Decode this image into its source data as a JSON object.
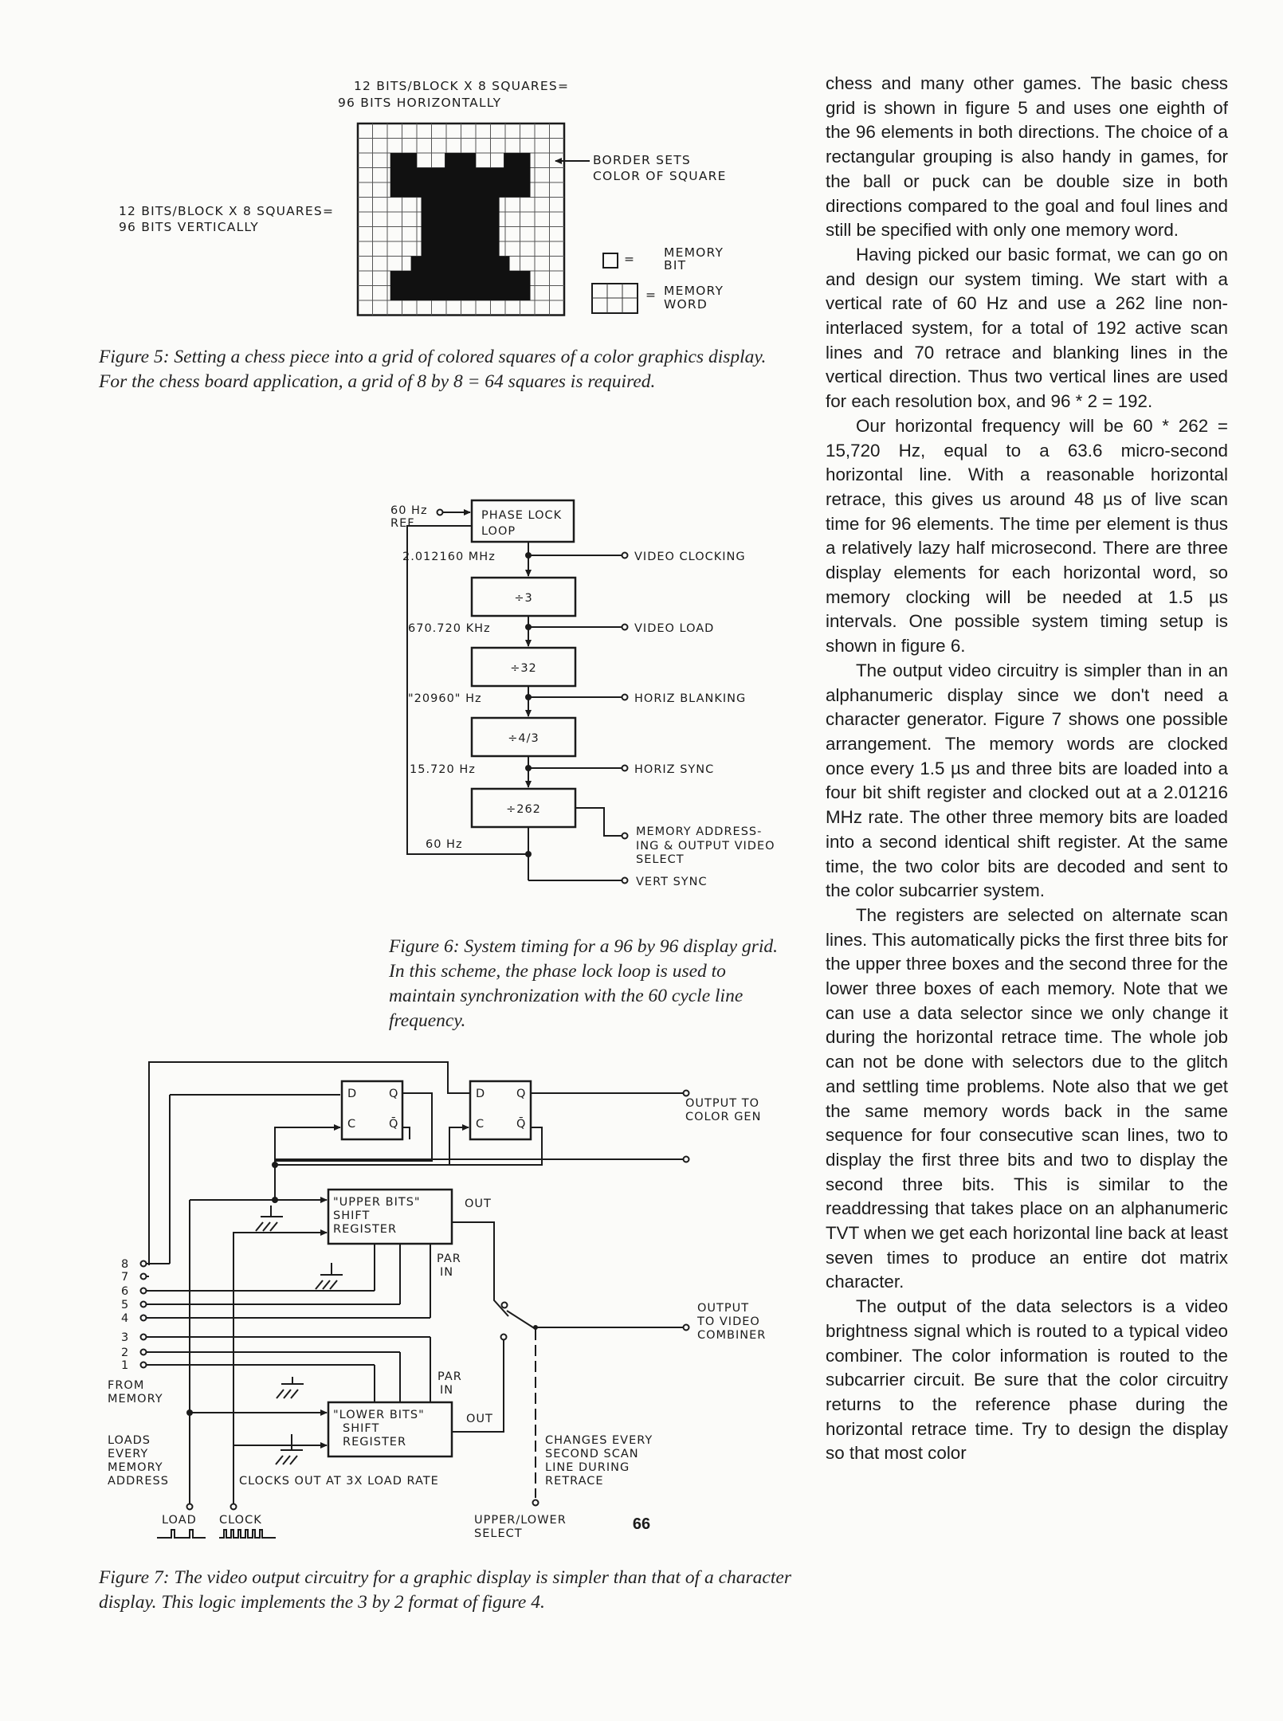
{
  "figure5": {
    "top_label_1": "12 BITS/BLOCK X 8 SQUARES=",
    "top_label_2": "96 BITS HORIZONTALLY",
    "left_label_1": "12 BITS/BLOCK X 8 SQUARES=",
    "left_label_2": "96 BITS VERTICALLY",
    "border_label_1": "BORDER SETS",
    "border_label_2": "COLOR OF SQUARE",
    "bit_label_1": "MEMORY",
    "bit_label_2": "BIT",
    "word_label_1": "MEMORY",
    "word_label_2": "WORD",
    "caption": "Figure 5: Setting a chess piece into a grid of colored squares of a color graphics display. For the chess board application, a grid of 8 by 8 = 64 squares is required."
  },
  "figure6": {
    "ref_1": "60 Hz",
    "ref_2": "REF",
    "pll_1": "PHASE LOCK",
    "pll_2": "LOOP",
    "freq_1": "2.012160 MHz",
    "freq_2": "670.720 KHz",
    "freq_3": "\"20960\" Hz",
    "freq_4": "15.720 Hz",
    "freq_5": "60 Hz",
    "div_1": "÷3",
    "div_2": "÷32",
    "div_3": "÷4/3",
    "div_4": "÷262",
    "out_1": "VIDEO CLOCKING",
    "out_2": "VIDEO LOAD",
    "out_3": "HORIZ BLANKING",
    "out_4": "HORIZ SYNC",
    "out_5a": "MEMORY ADDRESS-",
    "out_5b": "ING & OUTPUT VIDEO",
    "out_5c": "SELECT",
    "out_6": "VERT SYNC",
    "caption": "Figure 6: System timing for a 96 by 96 display grid. In this scheme, the phase lock loop is used to maintain synchronization with the 60 cycle line frequency."
  },
  "figure7": {
    "ff_d": "D",
    "ff_q": "Q",
    "ff_c": "C",
    "ff_qbar": "Q̄",
    "out_color_1": "OUTPUT TO",
    "out_color_2": "COLOR GEN",
    "upper_1": "\"UPPER BITS\"",
    "upper_2": "SHIFT",
    "upper_3": "REGISTER",
    "lower_1": "\"LOWER BITS\"",
    "lower_2": "SHIFT",
    "lower_3": "REGISTER",
    "out_label": "OUT",
    "par_1": "PAR",
    "par_2": "IN",
    "pins": [
      "8",
      "7",
      "6",
      "5",
      "4",
      "3",
      "2",
      "1"
    ],
    "from_1": "FROM",
    "from_2": "MEMORY",
    "loads_1": "LOADS",
    "loads_2": "EVERY",
    "loads_3": "MEMORY",
    "loads_4": "ADDRESS",
    "clocks_out": "CLOCKS OUT AT 3X LOAD RATE",
    "video_1": "OUTPUT",
    "video_2": "TO VIDEO",
    "video_3": "COMBINER",
    "changes_1": "CHANGES EVERY",
    "changes_2": "SECOND SCAN",
    "changes_3": "LINE DURING",
    "changes_4": "RETRACE",
    "load": "LOAD",
    "clock": "CLOCK",
    "select_1": "UPPER/LOWER",
    "select_2": "SELECT",
    "caption": "Figure 7: The video output circuitry for a graphic display is simpler than that of a character display. This logic implements the 3 by 2 format of figure 4."
  },
  "body": {
    "p1": "chess and many other games. The basic chess grid is shown in figure 5 and uses one eighth of the 96 elements in both directions. The choice of a rectangular grouping is also handy in games, for the ball or puck can be double size in both directions compared to the goal and foul lines and still be specified with only one memory word.",
    "p2": "Having picked our basic format, we can go on and design our system timing. We start with a vertical rate of 60 Hz and use a 262 line non-interlaced system, for a total of 192 active scan lines and 70 retrace and blanking lines in the vertical direction. Thus two vertical lines are used for each resolution box, and 96 * 2 = 192.",
    "p3": "Our horizontal frequency will be 60 * 262 = 15,720 Hz, equal to a 63.6 micro-second horizontal line. With a reasonable horizontal retrace, this gives us around 48 µs of live scan time for 96 elements. The time per element is thus a relatively lazy half microsecond. There are three display elements for each horizontal word, so memory clocking will be needed at 1.5 µs intervals. One possible system timing setup is shown in figure 6.",
    "p4": "The output video circuitry is simpler than in an alphanumeric display since we don't need a character generator. Figure 7 shows one possible arrangement. The memory words are clocked once every 1.5 µs and three bits are loaded into a four bit shift register and clocked out at a 2.01216 MHz rate. The other three memory bits are loaded into a second identical shift register. At the same time, the two color bits are decoded and sent to the color subcarrier system.",
    "p5": "The registers are selected on alternate scan lines. This automatically picks the first three bits for the upper three boxes and the second three for the lower three boxes of each memory. Note that we can use a data selector since we only change it during the horizontal retrace time. The whole job can not be done with selectors due to the glitch and settling time problems. Note also that we get the same memory words back in the same sequence for four consecutive scan lines, two to display the first three bits and two to display the second three bits. This is similar to the readdressing that takes place on an alphanumeric TVT when we get each horizontal line back at least seven times to produce an entire dot matrix character.",
    "p6": "The output of the data selectors is a video brightness signal which is routed to a typical video combiner. The color information is routed to the subcarrier circuit. Be sure that the color circuitry returns to the reference phase during the horizontal retrace time. Try to design the display so that most color"
  },
  "page_number": "66"
}
